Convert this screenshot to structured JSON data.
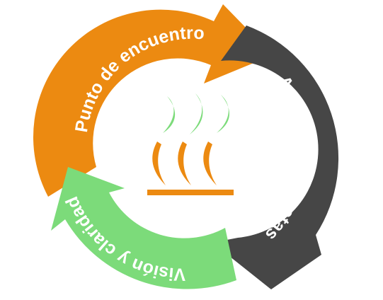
{
  "cycle": {
    "segments": [
      {
        "label": "Punto de encuentro",
        "color": "#EC8A11",
        "icon": "arrow-arc"
      },
      {
        "label": "Acciones concretas",
        "color": "#464646",
        "icon": "arrow-arc"
      },
      {
        "label": "Visión y claridad",
        "color": "#7CDB7A",
        "icon": "arrow-arc"
      }
    ]
  },
  "center_icon": {
    "name": "heat-steam-icon",
    "steam_color": "#7CDB7A",
    "base_color": "#EC8A11"
  }
}
